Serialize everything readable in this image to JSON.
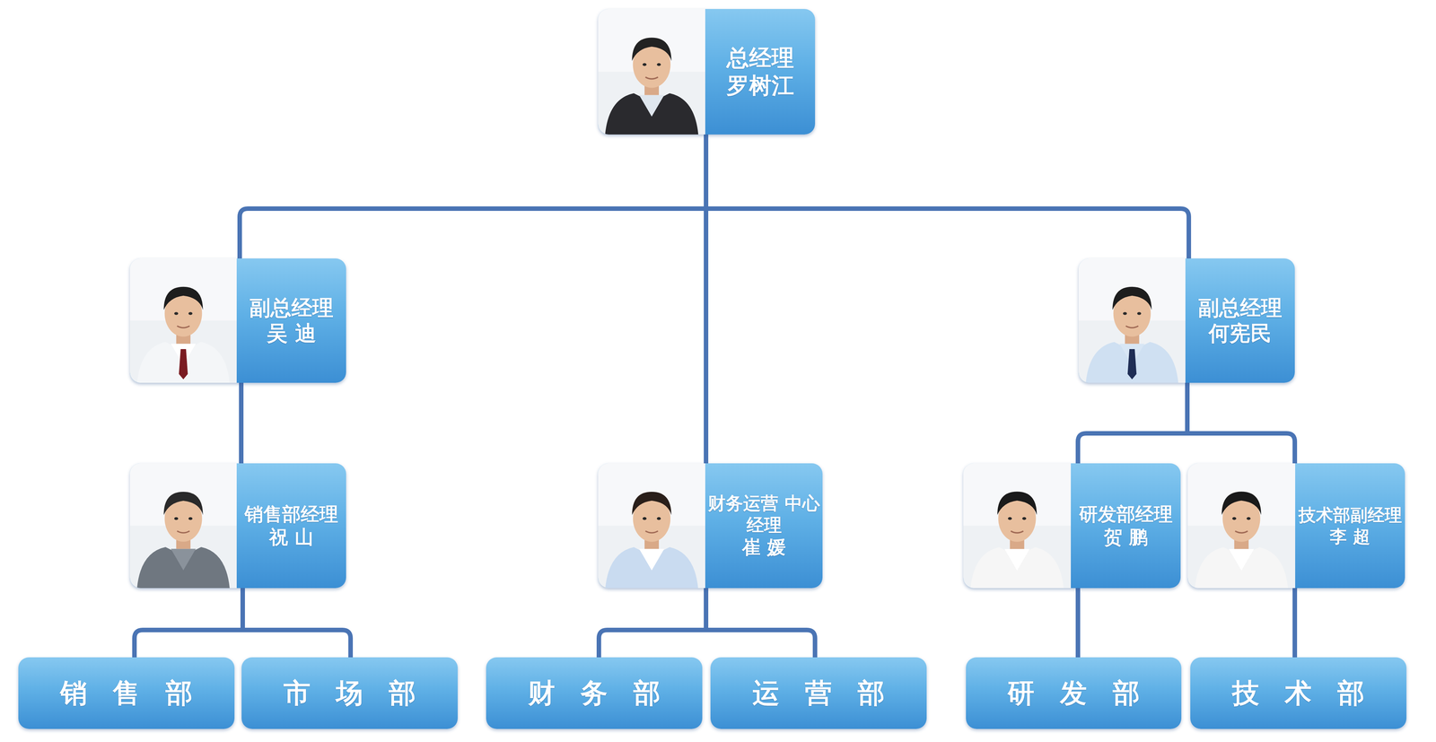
{
  "diagram": {
    "nodes": [
      {
        "text": [
          "总经理",
          "罗树江"
        ]
      },
      {
        "text": [
          "副总经理",
          "吴 迪"
        ]
      },
      {
        "text": [
          "副总经理",
          "何宪民"
        ]
      },
      {
        "text": [
          "销售部经理",
          "祝 山"
        ]
      },
      {
        "text": [
          "财务运营 中心经理",
          "崔 媛"
        ]
      },
      {
        "text": [
          "研发部经理",
          "贺 鹏"
        ]
      },
      {
        "text": [
          "技术部副经理",
          "李 超"
        ]
      },
      {
        "text": [
          "销 售 部"
        ]
      },
      {
        "text": [
          "市 场 部"
        ]
      },
      {
        "text": [
          "财 务 部"
        ]
      },
      {
        "text": [
          "运 营 部"
        ]
      },
      {
        "text": [
          "研 发 部"
        ]
      },
      {
        "text": [
          "技 术 部"
        ]
      }
    ],
    "edges": [
      {
        "from": 0,
        "to": 1,
        "arrow": "none"
      },
      {
        "from": 0,
        "to": 2,
        "arrow": "none"
      },
      {
        "from": 0,
        "to": 4,
        "arrow": "none"
      },
      {
        "from": 1,
        "to": 3,
        "arrow": "none"
      },
      {
        "from": 2,
        "to": 5,
        "arrow": "none"
      },
      {
        "from": 2,
        "to": 6,
        "arrow": "none"
      },
      {
        "from": 3,
        "to": 7,
        "arrow": "none"
      },
      {
        "from": 3,
        "to": 8,
        "arrow": "none"
      },
      {
        "from": 4,
        "to": 9,
        "arrow": "none"
      },
      {
        "from": 4,
        "to": 10,
        "arrow": "none"
      },
      {
        "from": 5,
        "to": 11,
        "arrow": "none"
      },
      {
        "from": 6,
        "to": 12,
        "arrow": "none"
      }
    ]
  }
}
